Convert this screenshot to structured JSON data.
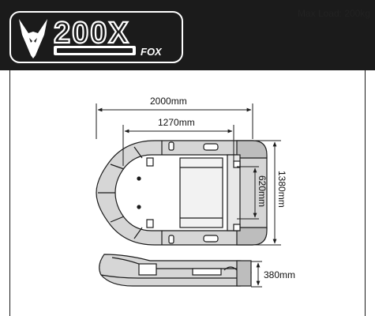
{
  "brand": {
    "model": "200X",
    "maker": "FOX"
  },
  "spec": {
    "max_load": "Max Load: 200kg"
  },
  "dimensions": {
    "overall_length": "2000mm",
    "inner_length": "1270mm",
    "overall_width": "1380mm",
    "inner_width": "620mm",
    "tube_height": "380mm"
  },
  "colors": {
    "header": "#1b1b1b",
    "hull": "#d6d6d6",
    "floor": "#ffffff",
    "line": "#1b1b1b"
  }
}
